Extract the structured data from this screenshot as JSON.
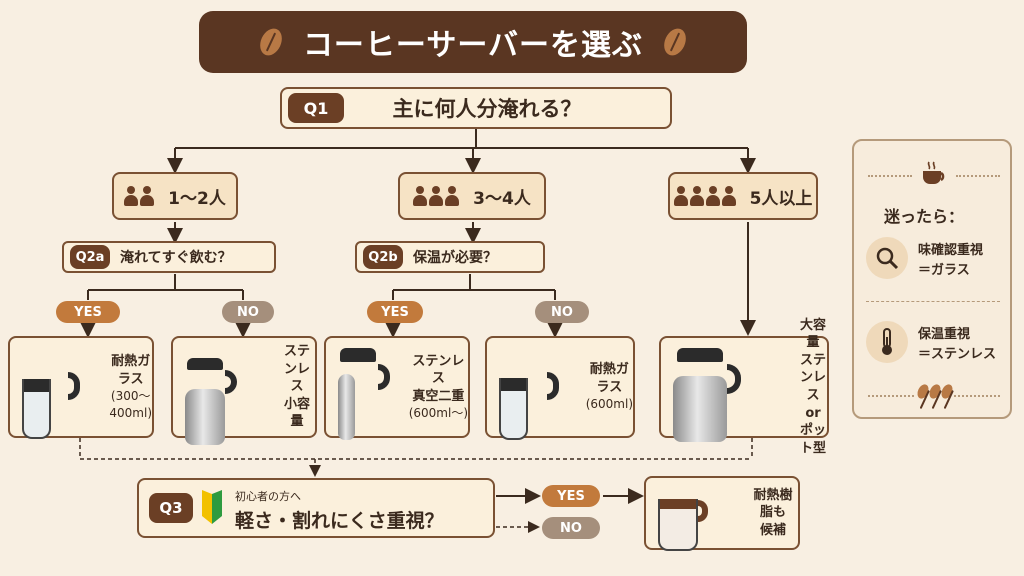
{
  "title": "コーヒーサーバーを選ぶ",
  "q1": {
    "tag": "Q1",
    "text": "主に何人分淹れる？"
  },
  "groups": [
    {
      "label": "1〜2人"
    },
    {
      "label": "3〜4人"
    },
    {
      "label": "5人以上"
    }
  ],
  "q2a": {
    "tag": "Q2a",
    "text": "淹れてすぐ飲む？"
  },
  "q2b": {
    "tag": "Q2b",
    "text": "保温が必要？"
  },
  "yes": "YES",
  "no": "NO",
  "options": [
    {
      "line1": "耐熱ガラス",
      "line2": "(300〜400ml)"
    },
    {
      "line1": "ステンレス",
      "line2": "小容量"
    },
    {
      "line1": "ステンレス",
      "line2": "真空二重",
      "line3": "(600ml〜)"
    },
    {
      "line1": "耐熱ガラス",
      "line2": "(600ml)"
    },
    {
      "line1": "大容量",
      "line2": "ステンレス",
      "line3": "or",
      "line4": "ポット型"
    }
  ],
  "q3": {
    "tag": "Q3",
    "small": "初心者の方へ",
    "text": "軽さ・割れにくさ重視？"
  },
  "result": {
    "line1": "耐熱樹脂も",
    "line2": "候補"
  },
  "sidebar": {
    "heading": "迷ったら：",
    "tip1": {
      "line1": "味確認重視",
      "line2": "＝ガラス"
    },
    "tip2": {
      "line1": "保温重視",
      "line2": "＝ステンレス"
    }
  },
  "colors": {
    "brown": "#5a3622",
    "accent": "#c27a3c",
    "cream": "#f8efe2"
  }
}
